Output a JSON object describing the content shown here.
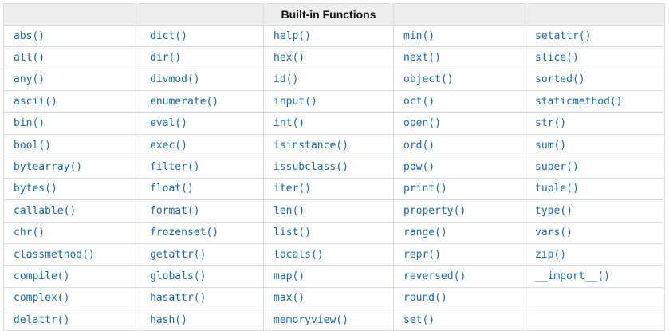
{
  "table": {
    "header": {
      "label": "Built-in Functions"
    },
    "columns": [
      [
        "abs()",
        "all()",
        "any()",
        "ascii()",
        "bin()",
        "bool()",
        "bytearray()",
        "bytes()",
        "callable()",
        "chr()",
        "classmethod()",
        "compile()",
        "complex()",
        "delattr()"
      ],
      [
        "dict()",
        "dir()",
        "divmod()",
        "enumerate()",
        "eval()",
        "exec()",
        "filter()",
        "float()",
        "format()",
        "frozenset()",
        "getattr()",
        "globals()",
        "hasattr()",
        "hash()"
      ],
      [
        "help()",
        "hex()",
        "id()",
        "input()",
        "int()",
        "isinstance()",
        "issubclass()",
        "iter()",
        "len()",
        "list()",
        "locals()",
        "map()",
        "max()",
        "memoryview()"
      ],
      [
        "min()",
        "next()",
        "object()",
        "oct()",
        "open()",
        "ord()",
        "pow()",
        "print()",
        "property()",
        "range()",
        "repr()",
        "reversed()",
        "round()",
        "set()"
      ],
      [
        "setattr()",
        "slice()",
        "sorted()",
        "staticmethod()",
        "str()",
        "sum()",
        "super()",
        "tuple()",
        "type()",
        "vars()",
        "zip()",
        "__import__()",
        "",
        ""
      ]
    ],
    "colors": {
      "link": "#1a6ba6",
      "border": "#dcdcdc",
      "header_bg": "#eeeeee",
      "header_text": "#141414",
      "page_bg": "#ffffff"
    }
  }
}
